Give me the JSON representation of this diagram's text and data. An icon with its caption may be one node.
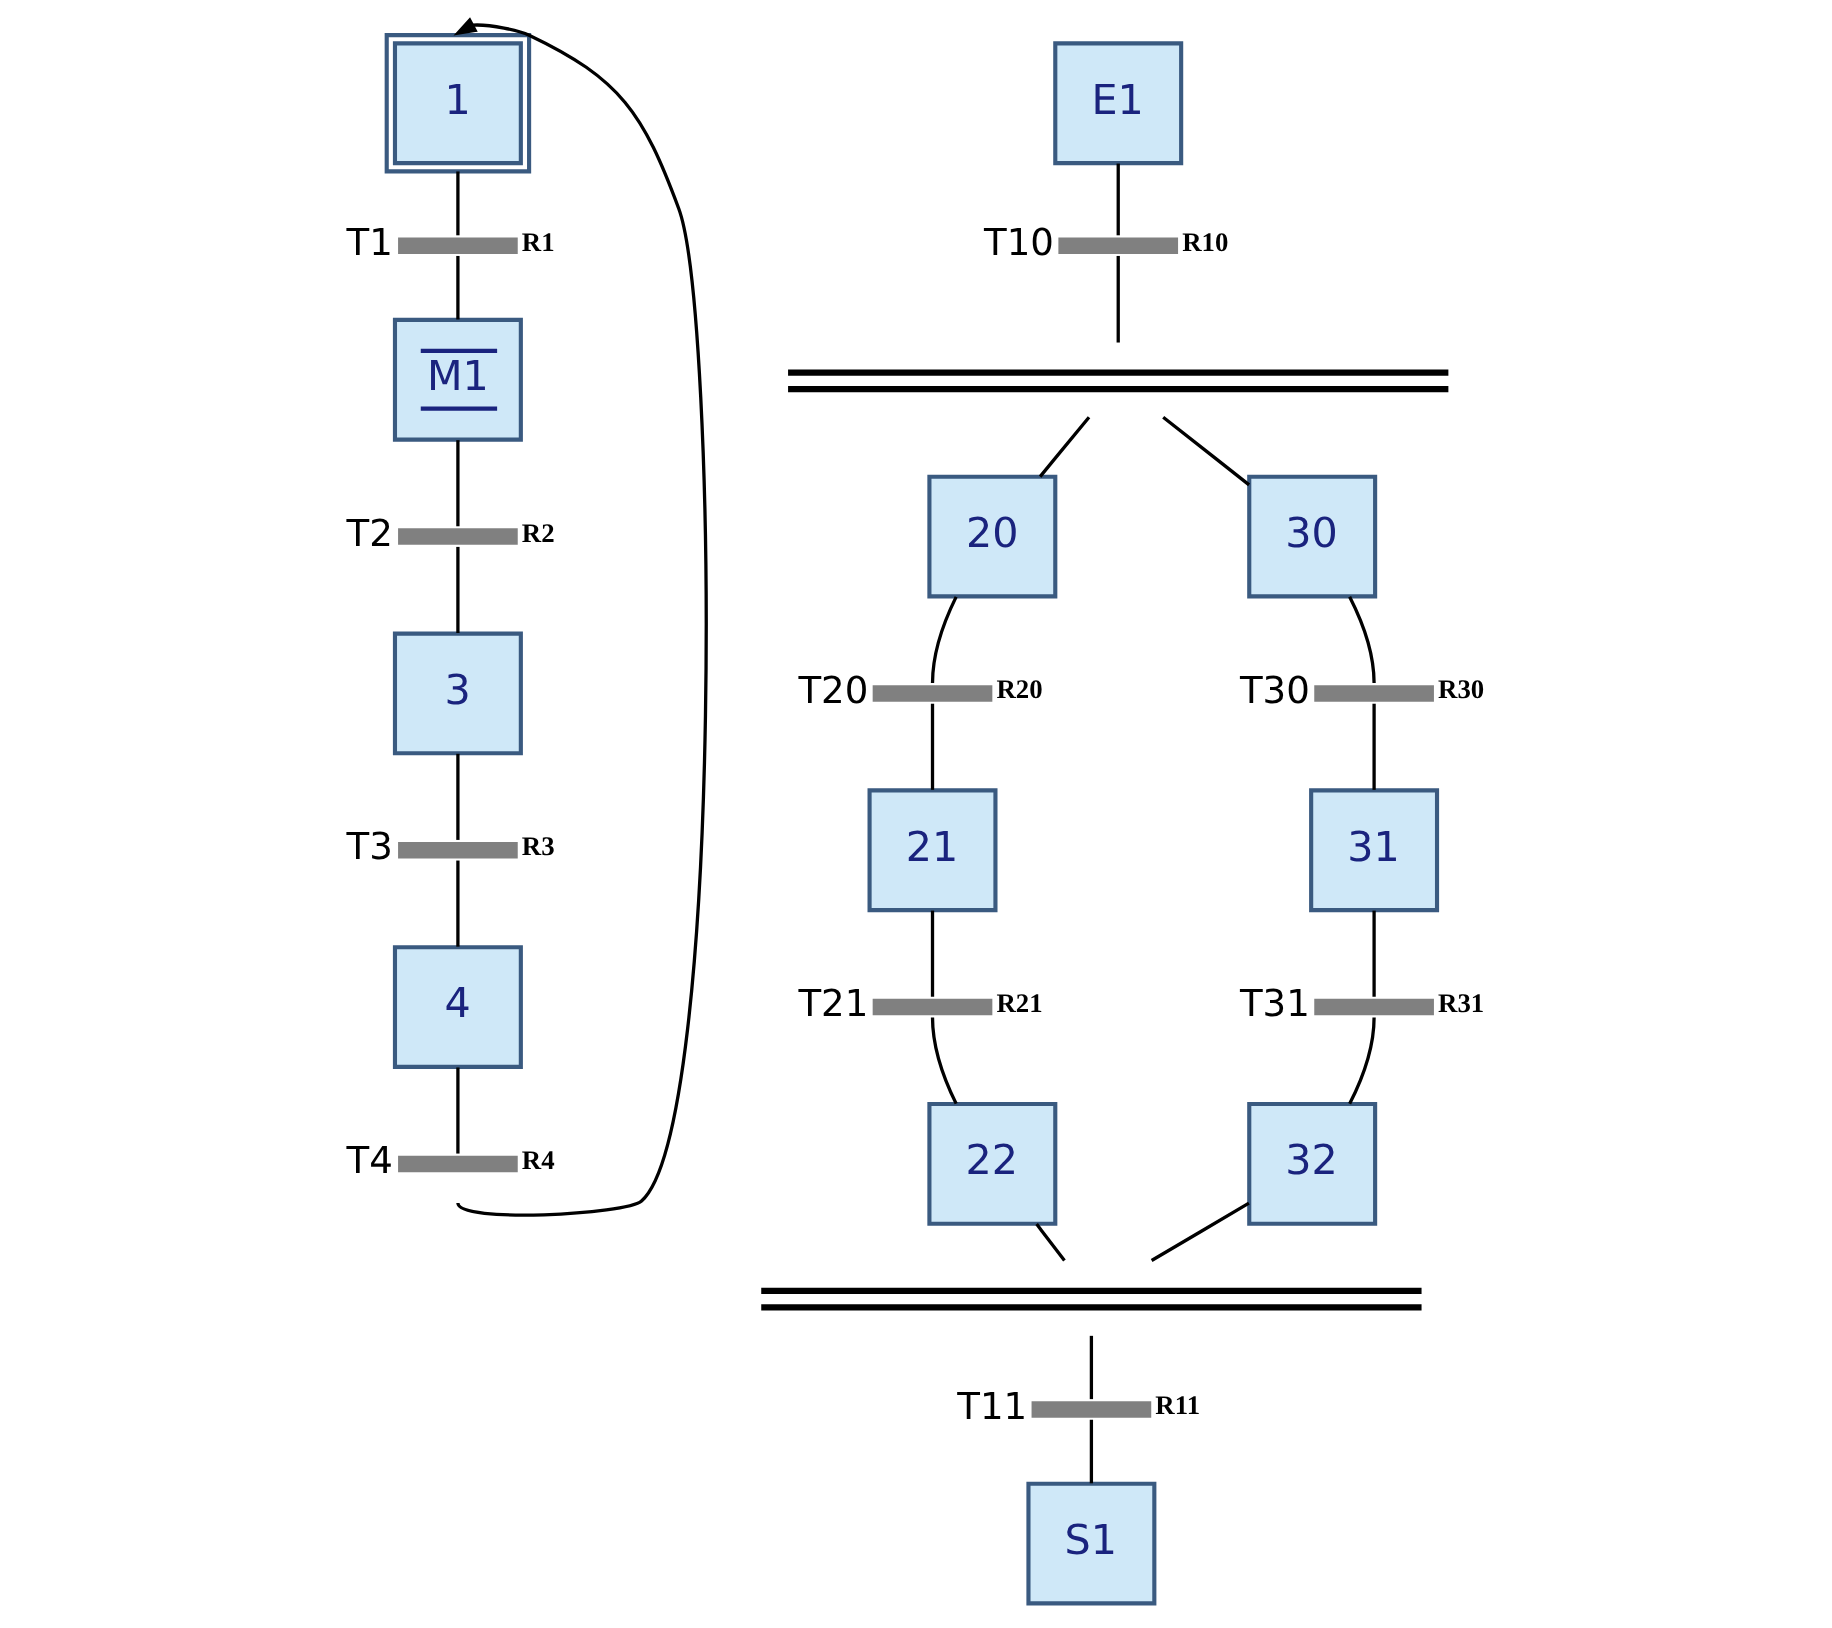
{
  "diagram": {
    "nodes": [
      {
        "text": [
          "1"
        ]
      },
      {
        "text": [],
        "shape": "bar",
        "beside": [
          "T1",
          "R1"
        ]
      },
      {
        "text": [
          "M1"
        ]
      },
      {
        "text": [],
        "shape": "bar",
        "beside": [
          "T2",
          "R2"
        ]
      },
      {
        "text": [
          "3"
        ]
      },
      {
        "text": [],
        "shape": "bar",
        "beside": [
          "T3",
          "R3"
        ]
      },
      {
        "text": [
          "4"
        ]
      },
      {
        "text": [],
        "shape": "bar",
        "beside": [
          "T4",
          "R4"
        ]
      },
      {
        "text": [
          "E1"
        ]
      },
      {
        "text": [],
        "shape": "bar",
        "beside": [
          "T10",
          "R10"
        ]
      },
      {
        "text": [],
        "shape": "bar"
      },
      {
        "text": [
          "20"
        ]
      },
      {
        "text": [
          "30"
        ]
      },
      {
        "text": [],
        "shape": "bar",
        "beside": [
          "T20",
          "R20"
        ]
      },
      {
        "text": [],
        "shape": "bar",
        "beside": [
          "T30",
          "R30"
        ]
      },
      {
        "text": [
          "21"
        ]
      },
      {
        "text": [
          "31"
        ]
      },
      {
        "text": [],
        "shape": "bar",
        "beside": [
          "T21",
          "R21"
        ]
      },
      {
        "text": [],
        "shape": "bar",
        "beside": [
          "T31",
          "R31"
        ]
      },
      {
        "text": [
          "22"
        ]
      },
      {
        "text": [
          "32"
        ]
      },
      {
        "text": [],
        "shape": "bar"
      },
      {
        "text": [],
        "shape": "bar",
        "beside": [
          "T11",
          "R11"
        ]
      },
      {
        "text": [
          "S1"
        ]
      }
    ],
    "edges": [
      {
        "from": 0,
        "to": 1,
        "arrow": "none"
      },
      {
        "from": 1,
        "to": 2,
        "arrow": "none"
      },
      {
        "from": 2,
        "to": 3,
        "arrow": "none"
      },
      {
        "from": 3,
        "to": 4,
        "arrow": "none"
      },
      {
        "from": 4,
        "to": 5,
        "arrow": "none"
      },
      {
        "from": 5,
        "to": 6,
        "arrow": "none"
      },
      {
        "from": 6,
        "to": 7,
        "arrow": "none"
      },
      {
        "from": 7,
        "to": 0,
        "arrow": "to"
      },
      {
        "from": 8,
        "to": 9,
        "arrow": "none"
      },
      {
        "from": 9,
        "to": 10,
        "arrow": "none"
      },
      {
        "from": 10,
        "to": 11,
        "arrow": "none"
      },
      {
        "from": 10,
        "to": 12,
        "arrow": "none"
      },
      {
        "from": 11,
        "to": 13,
        "arrow": "none"
      },
      {
        "from": 12,
        "to": 14,
        "arrow": "none"
      },
      {
        "from": 13,
        "to": 15,
        "arrow": "none"
      },
      {
        "from": 14,
        "to": 16,
        "arrow": "none"
      },
      {
        "from": 15,
        "to": 17,
        "arrow": "none"
      },
      {
        "from": 16,
        "to": 18,
        "arrow": "none"
      },
      {
        "from": 17,
        "to": 19,
        "arrow": "none"
      },
      {
        "from": 18,
        "to": 20,
        "arrow": "none"
      },
      {
        "from": 19,
        "to": 21,
        "arrow": "none"
      },
      {
        "from": 20,
        "to": 21,
        "arrow": "none"
      },
      {
        "from": 21,
        "to": 22,
        "arrow": "none"
      },
      {
        "from": 22,
        "to": 23,
        "arrow": "none"
      }
    ]
  }
}
